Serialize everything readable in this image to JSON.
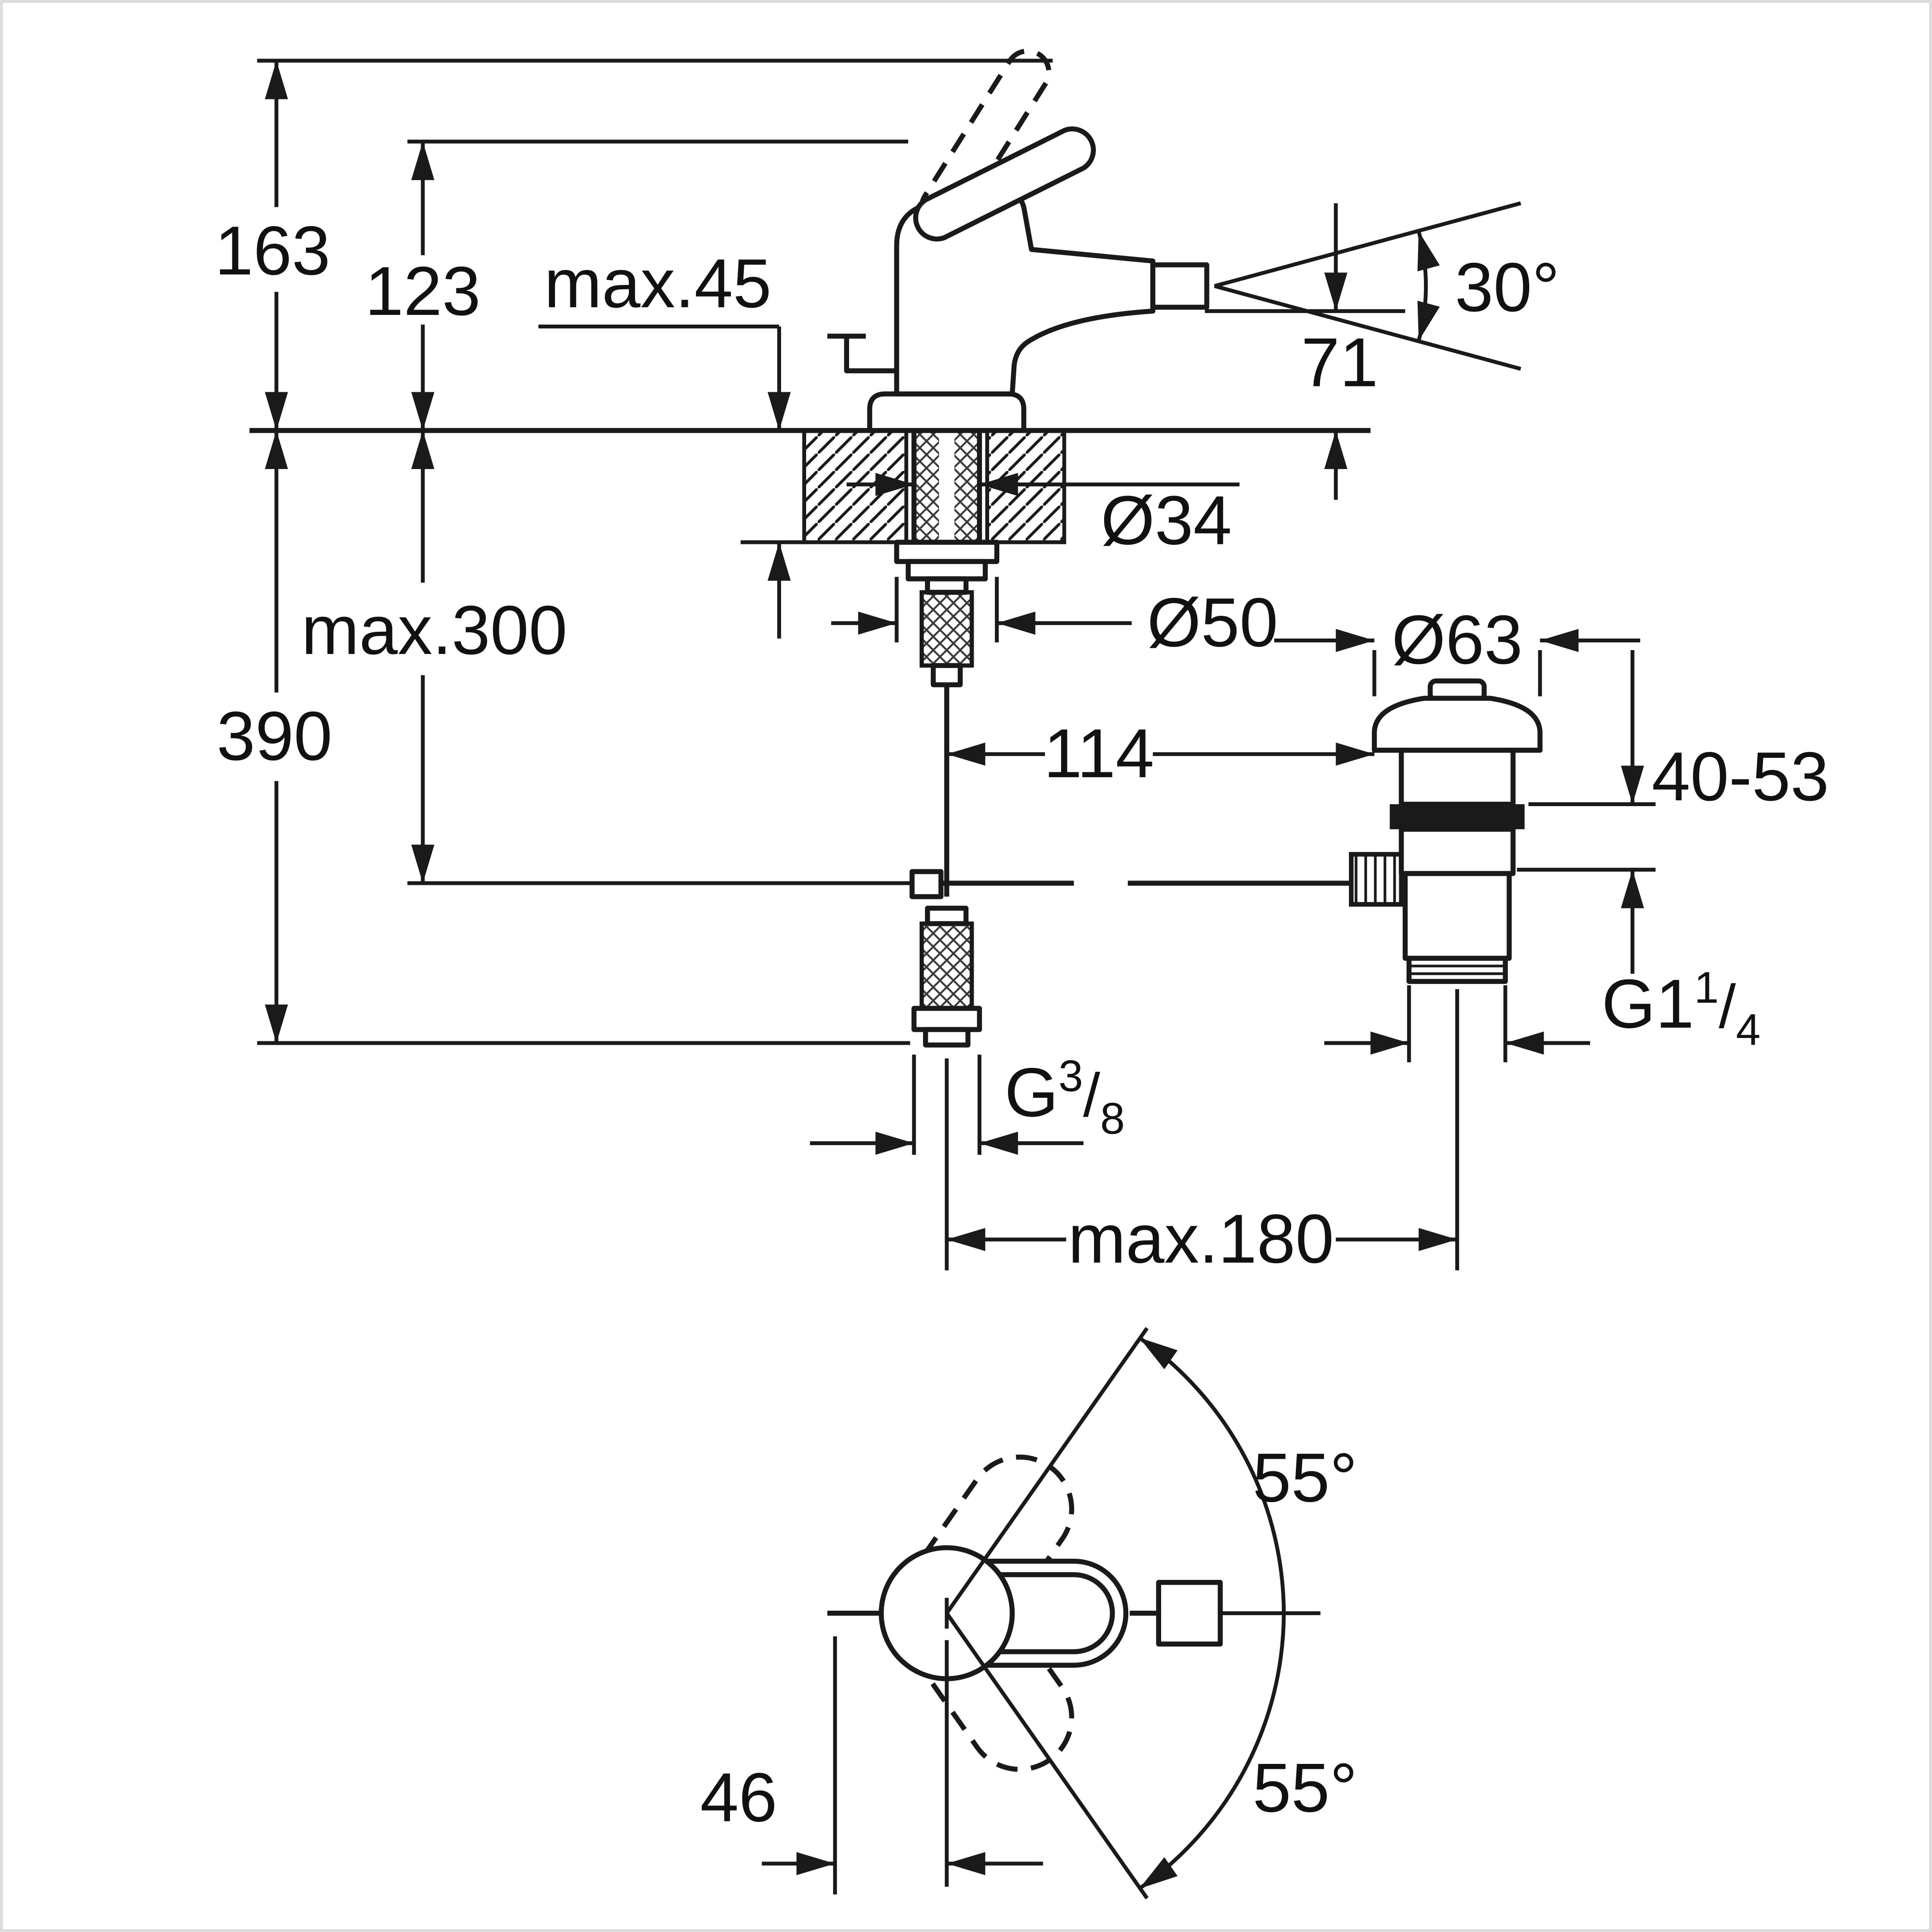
{
  "page": {
    "background": "#ffffff",
    "line_color": "#1a1a1a",
    "border_color": "#dcdcdc",
    "content": "technical dimension drawing of single-lever bidet mixer with pop-up waste"
  },
  "drawing": {
    "front": {
      "height_total": "163",
      "height_to_spout_top": "123",
      "deck_thickness_max": "max.45",
      "spray_angle": "30°",
      "spout_height": "71",
      "shank_diameter": "Ø34",
      "base_diameter": "Ø50",
      "hose_length_max": "max.300",
      "depth_below_total": "390",
      "center_offset": "114",
      "waste_flange_diameter": "Ø63",
      "clamping_range": "40-53",
      "waste_thread": {
        "prefix": "G1",
        "numerator": "1",
        "slash": "/",
        "denominator": "4"
      },
      "supply_thread": {
        "prefix": "G",
        "numerator": "3",
        "slash": "/",
        "denominator": "8"
      },
      "max_spacing": "max.180"
    },
    "plan": {
      "swing_angle_upper": "55°",
      "swing_angle_lower": "55°",
      "spout_offset": "46"
    }
  }
}
